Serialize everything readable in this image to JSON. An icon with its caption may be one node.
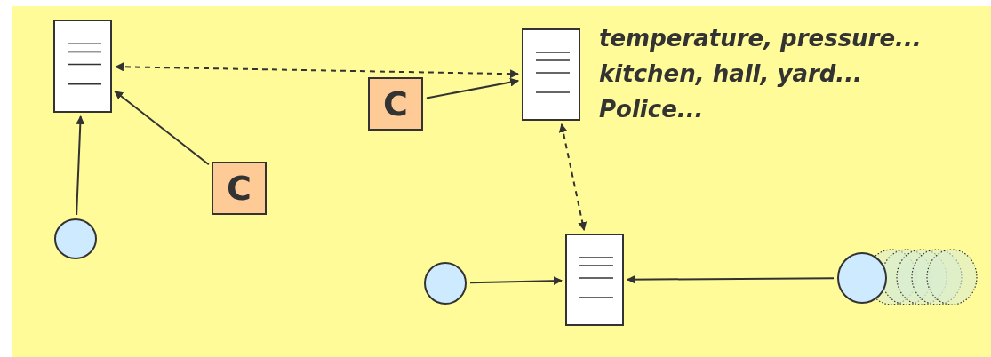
{
  "diagram": {
    "nodes": [
      {
        "text": [],
        "shape": "box"
      },
      {
        "text": [],
        "shape": "box",
        "beside": [
          "temperature, pressure...",
          "kitchen, hall, yard...",
          "Police..."
        ]
      },
      {
        "text": [],
        "shape": "box"
      },
      {
        "text": [],
        "shape": "circle"
      },
      {
        "text": [],
        "shape": "circle"
      },
      {
        "text": [],
        "shape": "circle"
      },
      {
        "text": [
          "C"
        ]
      },
      {
        "text": [
          "C"
        ]
      }
    ],
    "edges": [
      {
        "from": 3,
        "to": 0,
        "arrow": "to"
      },
      {
        "from": 6,
        "to": 0,
        "arrow": "to"
      },
      {
        "from": 0,
        "to": 1,
        "arrow": "both",
        "style": "dashed"
      },
      {
        "from": 7,
        "to": 1,
        "arrow": "to"
      },
      {
        "from": 1,
        "to": 2,
        "arrow": "both",
        "style": "dashed"
      },
      {
        "from": 4,
        "to": 2,
        "arrow": "to"
      },
      {
        "from": 5,
        "to": 2,
        "arrow": "to"
      }
    ]
  }
}
